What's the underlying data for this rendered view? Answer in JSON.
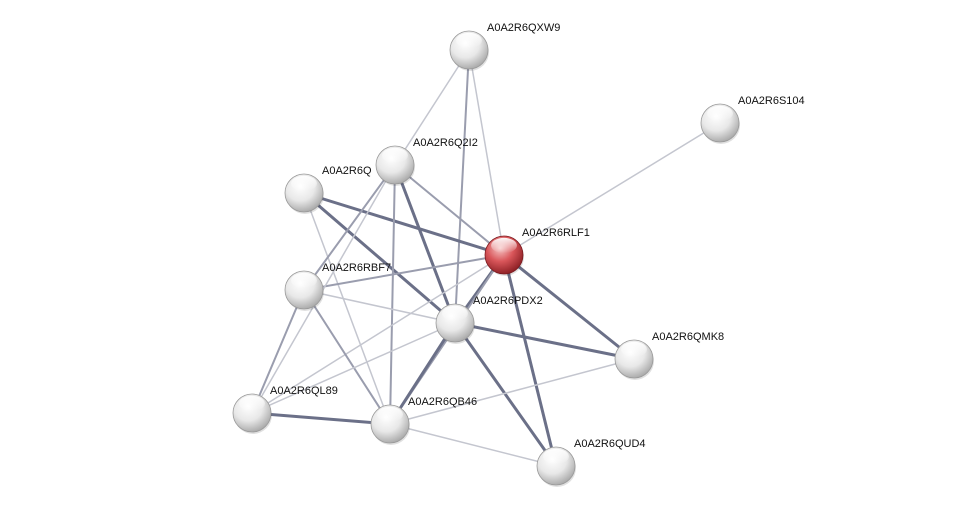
{
  "colors": {
    "query_node": "#d9565a",
    "node": "#e6e6e6",
    "edge_strong": "#6b7088",
    "edge_medium": "#9a9dae",
    "edge_weak": "#c4c6cf"
  },
  "nodes": [
    {
      "id": "QXW9",
      "label": "A0A2R6QXW9",
      "query": false
    },
    {
      "id": "S104",
      "label": "A0A2R6S104",
      "query": false
    },
    {
      "id": "Q2I2",
      "label": "A0A2R6Q2I2",
      "query": false
    },
    {
      "id": "Q",
      "label": "A0A2R6Q",
      "query": false
    },
    {
      "id": "RLF1",
      "label": "A0A2R6RLF1",
      "query": true
    },
    {
      "id": "RBF7",
      "label": "A0A2R6RBF7",
      "query": false
    },
    {
      "id": "PDX2",
      "label": "A0A2R6PDX2",
      "query": false
    },
    {
      "id": "QMK8",
      "label": "A0A2R6QMK8",
      "query": false
    },
    {
      "id": "QL89",
      "label": "A0A2R6QL89",
      "query": false
    },
    {
      "id": "QB46",
      "label": "A0A2R6QB46",
      "query": false
    },
    {
      "id": "QUD4",
      "label": "A0A2R6QUD4",
      "query": false
    }
  ],
  "edges": [
    {
      "source": "QXW9",
      "target": "Q2I2",
      "strength": "weak"
    },
    {
      "source": "QXW9",
      "target": "RLF1",
      "strength": "weak"
    },
    {
      "source": "QXW9",
      "target": "PDX2",
      "strength": "medium"
    },
    {
      "source": "S104",
      "target": "RLF1",
      "strength": "weak"
    },
    {
      "source": "Q",
      "target": "RLF1",
      "strength": "strong"
    },
    {
      "source": "Q",
      "target": "PDX2",
      "strength": "strong"
    },
    {
      "source": "Q",
      "target": "QB46",
      "strength": "weak"
    },
    {
      "source": "Q2I2",
      "target": "RLF1",
      "strength": "medium"
    },
    {
      "source": "Q2I2",
      "target": "PDX2",
      "strength": "strong"
    },
    {
      "source": "Q2I2",
      "target": "RBF7",
      "strength": "medium"
    },
    {
      "source": "Q2I2",
      "target": "QB46",
      "strength": "medium"
    },
    {
      "source": "RLF1",
      "target": "RBF7",
      "strength": "medium"
    },
    {
      "source": "RLF1",
      "target": "PDX2",
      "strength": "strong"
    },
    {
      "source": "RLF1",
      "target": "QMK8",
      "strength": "strong"
    },
    {
      "source": "RLF1",
      "target": "QUD4",
      "strength": "strong"
    },
    {
      "source": "RLF1",
      "target": "QB46",
      "strength": "medium"
    },
    {
      "source": "RLF1",
      "target": "QL89",
      "strength": "weak"
    },
    {
      "source": "RBF7",
      "target": "PDX2",
      "strength": "weak"
    },
    {
      "source": "RBF7",
      "target": "QL89",
      "strength": "medium"
    },
    {
      "source": "RBF7",
      "target": "QB46",
      "strength": "medium"
    },
    {
      "source": "PDX2",
      "target": "QMK8",
      "strength": "strong"
    },
    {
      "source": "PDX2",
      "target": "QB46",
      "strength": "strong"
    },
    {
      "source": "PDX2",
      "target": "QUD4",
      "strength": "strong"
    },
    {
      "source": "PDX2",
      "target": "QL89",
      "strength": "weak"
    },
    {
      "source": "QL89",
      "target": "QB46",
      "strength": "strong"
    },
    {
      "source": "QL89",
      "target": "Q2I2",
      "strength": "weak"
    },
    {
      "source": "QB46",
      "target": "QMK8",
      "strength": "weak"
    },
    {
      "source": "QB46",
      "target": "QUD4",
      "strength": "weak"
    }
  ]
}
